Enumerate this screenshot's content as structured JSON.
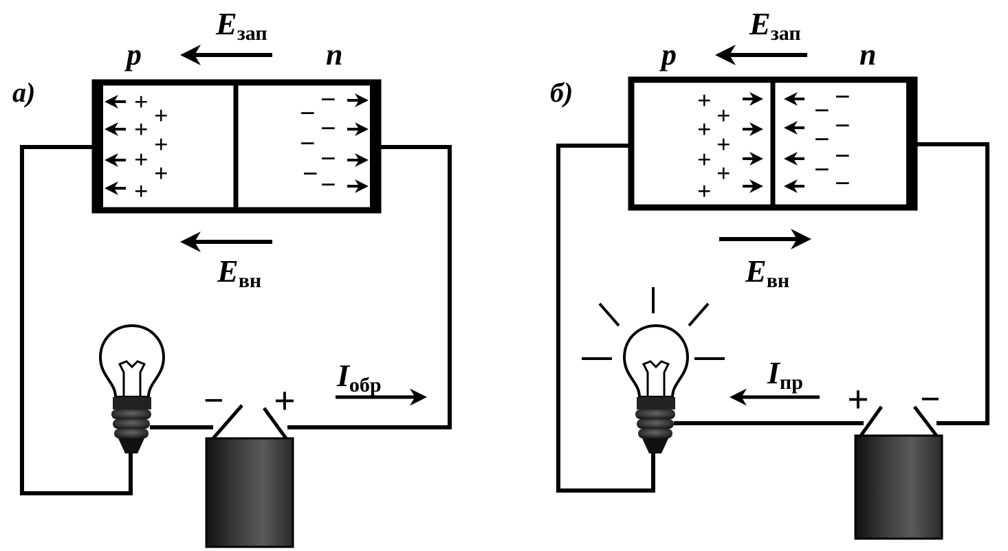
{
  "panel_a": {
    "tag": "а)",
    "p_label": "p",
    "n_label": "n",
    "e_zap": {
      "main": "E",
      "sub": "зап"
    },
    "e_vn": {
      "main": "E",
      "sub": "вн"
    },
    "current": {
      "main": "I",
      "sub": "обр"
    },
    "battery_left_sign": "−",
    "battery_right_sign": "+",
    "p_charge": "+",
    "n_charge": "−",
    "lamp_state": "off"
  },
  "panel_b": {
    "tag": "б)",
    "p_label": "p",
    "n_label": "n",
    "e_zap": {
      "main": "E",
      "sub": "зап"
    },
    "e_vn": {
      "main": "E",
      "sub": "вн"
    },
    "current": {
      "main": "I",
      "sub": "пр"
    },
    "battery_left_sign": "+",
    "battery_right_sign": "−",
    "p_charge": "+",
    "n_charge": "−",
    "lamp_state": "on"
  },
  "colors": {
    "ink": "#000000",
    "battery": "#3a3a3a",
    "background": "#ffffff"
  }
}
